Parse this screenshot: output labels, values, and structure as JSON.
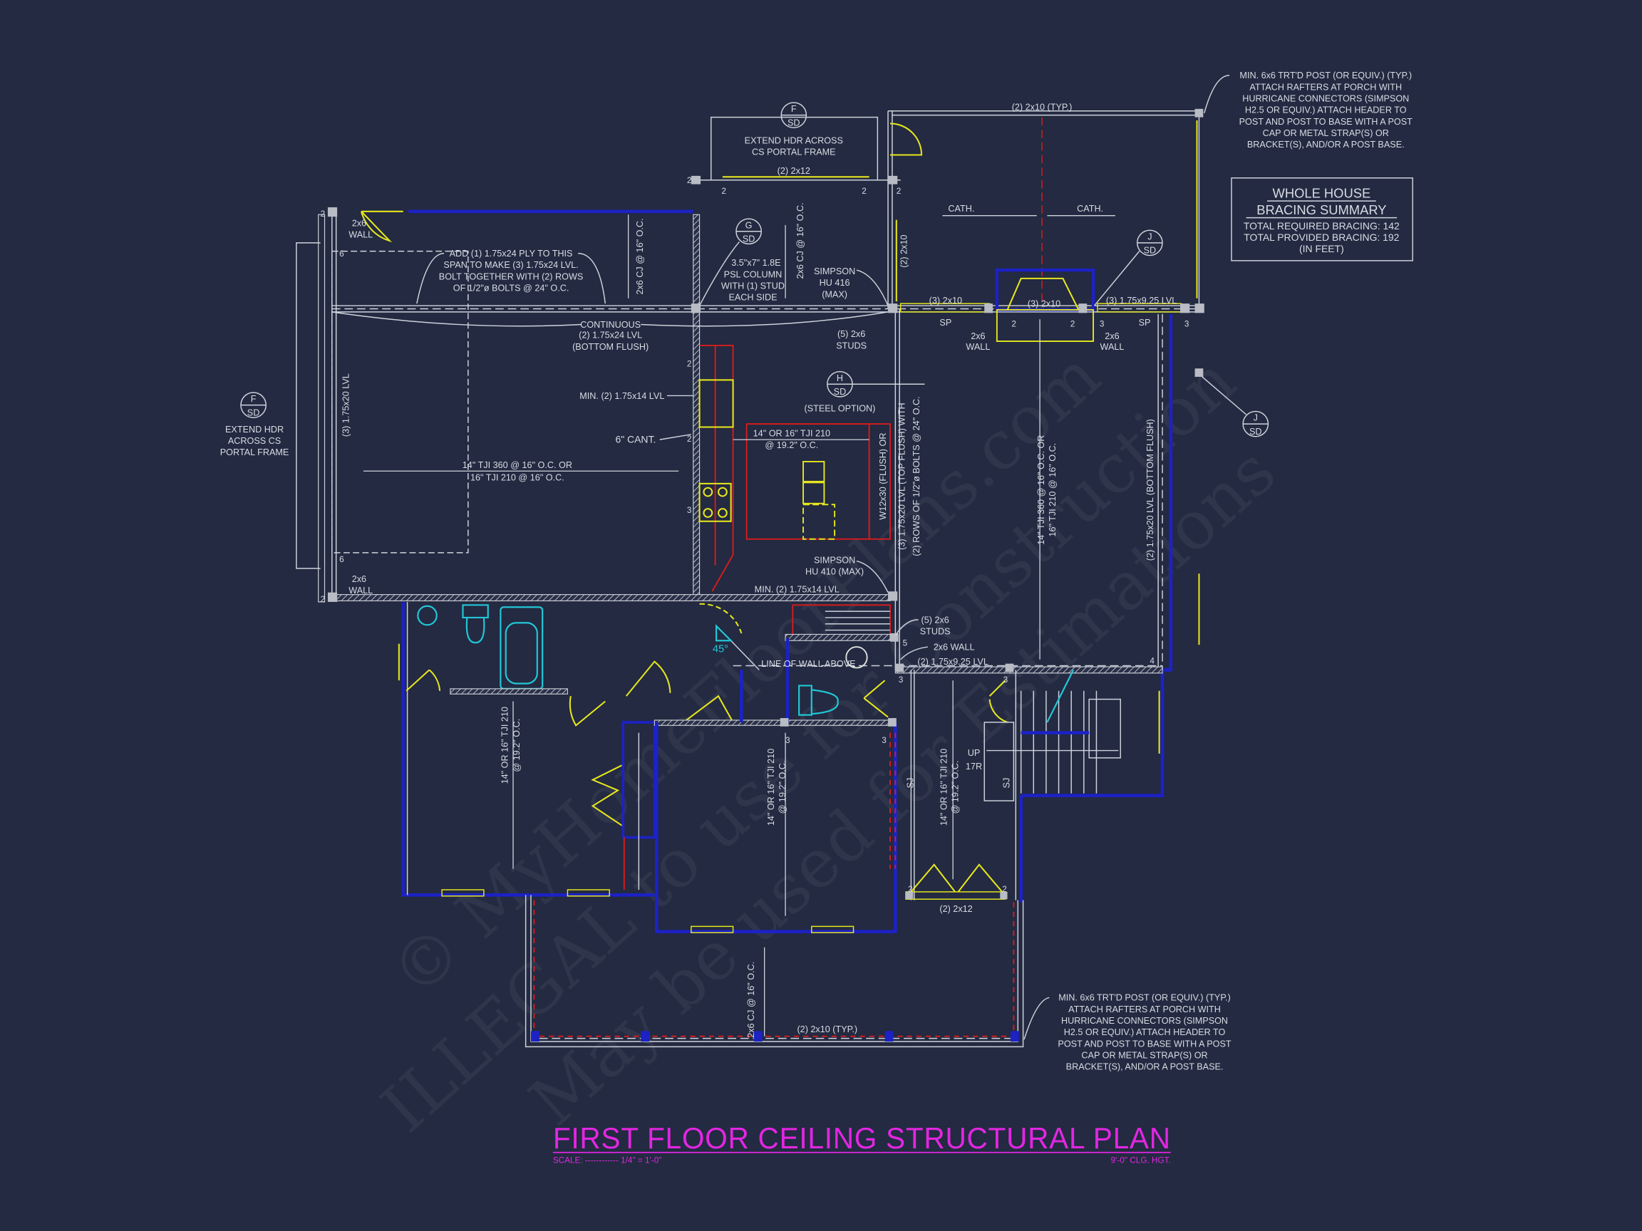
{
  "title": {
    "main": "FIRST FLOOR CEILING STRUCTURAL PLAN",
    "scale": "SCALE: ------------ 1/4\" = 1'-0\"",
    "ceiling_height": "9'-0\" CLG. HGT."
  },
  "bracing_summary": {
    "heading": [
      "WHOLE HOUSE",
      "BRACING SUMMARY"
    ],
    "required": "TOTAL REQUIRED BRACING: 142",
    "provided": "TOTAL PROVIDED BRACING: 192",
    "unit": "(IN FEET)"
  },
  "notes": {
    "porch_top": [
      "MIN. 6x6 TRT'D POST (OR EQUIV.) (TYP.)",
      "ATTACH RAFTERS AT PORCH WITH",
      "HURRICANE CONNECTORS (SIMPSON",
      "H2.5 OR EQUIV.) ATTACH HEADER TO",
      "POST AND POST TO BASE WITH A POST",
      "CAP OR METAL STRAP(S) OR",
      "BRACKET(S), AND/OR A POST BASE."
    ],
    "porch_bottom": [
      "MIN. 6x6 TRT'D POST (OR EQUIV.) (TYP.)",
      "ATTACH RAFTERS AT PORCH WITH",
      "HURRICANE CONNECTORS (SIMPSON",
      "H2.5 OR EQUIV.) ATTACH HEADER TO",
      "POST AND POST TO BASE WITH A POST",
      "CAP OR METAL STRAP(S) OR",
      "BRACKET(S), AND/OR A POST BASE."
    ]
  },
  "section_markers": [
    {
      "letter": "F",
      "sheet": "SD"
    },
    {
      "letter": "G",
      "sheet": "SD"
    },
    {
      "letter": "F",
      "sheet": "SD"
    },
    {
      "letter": "H",
      "sheet": "SD"
    },
    {
      "letter": "J",
      "sheet": "SD"
    },
    {
      "letter": "J",
      "sheet": "SD"
    }
  ],
  "labels": {
    "extend_hdr_top": [
      "EXTEND HDR ACROSS",
      "CS PORTAL FRAME"
    ],
    "extend_hdr_left": [
      "EXTEND HDR",
      "ACROSS CS",
      "PORTAL FRAME"
    ],
    "hdr_2x12_top": "(2) 2x12",
    "hdr_2x10_top": "(2) 2x10 (TYP.)",
    "cath": "CATH.",
    "wall_2x6": [
      "2x6",
      "WALL"
    ],
    "add_ply": [
      "ADD (1) 1.75x24 PLY TO THIS",
      "SPAN TO MAKE (3) 1.75x24 LVL.",
      "BOLT TOGETHER WITH (2) ROWS",
      "OF 1/2\"ø BOLTS @ 24\" O.C."
    ],
    "cj_2x6": "2x6 CJ @ 16\" O.C.",
    "psl_column": [
      "3.5\"x7\" 1.8E",
      "PSL COLUMN",
      "WITH (1) STUD",
      "EACH SIDE"
    ],
    "simpson_416": [
      "SIMPSON",
      "HU 416",
      "(MAX)"
    ],
    "hdr_2x10_vert": "(2) 2x10",
    "continuous": [
      "CONTINUOUS",
      "(2) 1.75x24 LVL",
      "(BOTTOM FLUSH)"
    ],
    "hdr_3_2x10": "(3) 2x10",
    "sp": "SP",
    "lvl_3_925": "(3) 1.75x9.25 LVL",
    "studs_5_2x6": [
      "(5) 2x6",
      "STUDS"
    ],
    "lvl_3_20_vert": "(3) 1.75x20 LVL",
    "steel_option": "(STEEL OPTION)",
    "min_lvl_14": "MIN. (2) 1.75x14 LVL",
    "cant": "6\" CANT.",
    "tji_210_192": [
      "14\" OR 16\" TJI 210",
      "@ 19.2\" O.C."
    ],
    "tji_360": [
      "14\" TJI 360 @ 16\" O.C. OR",
      "16\" TJI 210 @ 16\" O.C."
    ],
    "w12": "W12x30 (FLUSH) OR",
    "lvl_top_flush": "(3) 1.75x20 LVL (TOP FLUSH) WITH",
    "bolt_rows": "(2) ROWS OF 1/2\"ø BOLTS @ 24\" O.C.",
    "lvl_bottom_flush": "(2) 1.75x20 LVL (BOTTOM FLUSH)",
    "simpson_410": [
      "SIMPSON",
      "HU 410 (MAX)"
    ],
    "wall_2x6_inline": "2x6 WALL",
    "lvl_2_925": "(2) 1.75x9.25 LVL",
    "line_of_wall_above": "LINE OF WALL ABOVE",
    "angle": "45°",
    "stair": [
      "UP",
      "17R"
    ],
    "sj": "SJ",
    "hdr_2x12_bottom": "(2) 2x12",
    "hdr_2x10_bottom": "(2) 2x10 (TYP.)"
  },
  "bearing_marks": [
    "2",
    "3",
    "4",
    "5",
    "6"
  ],
  "watermark": [
    "© MyHomeFloorPlans.com",
    "ILLEGAL to use for Construction",
    "May be used for Estimations"
  ],
  "colors": {
    "background": "#232a41",
    "walls": "#1c22c4",
    "framing": "#cfd3dc",
    "windows": "#e6e61e",
    "title": "#e226e2",
    "beams_red": "#d81c1c",
    "fixtures": "#22c6d6"
  }
}
